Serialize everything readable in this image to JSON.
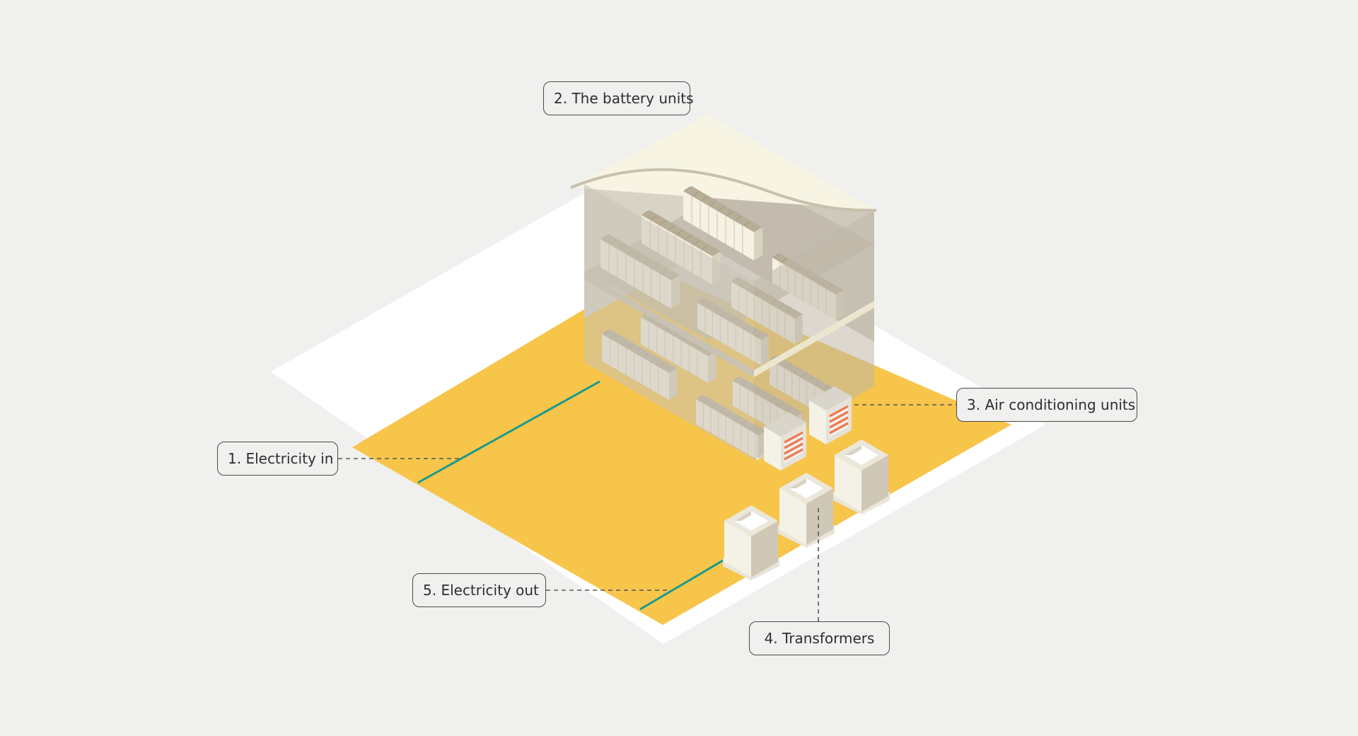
{
  "colors": {
    "background": "#f0f0ee",
    "site_pad": "#f7c54a",
    "site_border": "#ffffff",
    "cable": "#1a9a8c",
    "building_glass": "#cbc5b9",
    "roof": "#f7f4e4",
    "battery_unit": "#f5f2e4",
    "battery_top": "#b8ae98",
    "ac_accent": "#f07850"
  },
  "callouts": {
    "electricity_in": "1. Electricity in",
    "battery_units": "2. The battery units",
    "air_conditioning": "3. Air conditioning units",
    "transformers": "4. Transformers",
    "electricity_out": "5. Electricity out"
  }
}
